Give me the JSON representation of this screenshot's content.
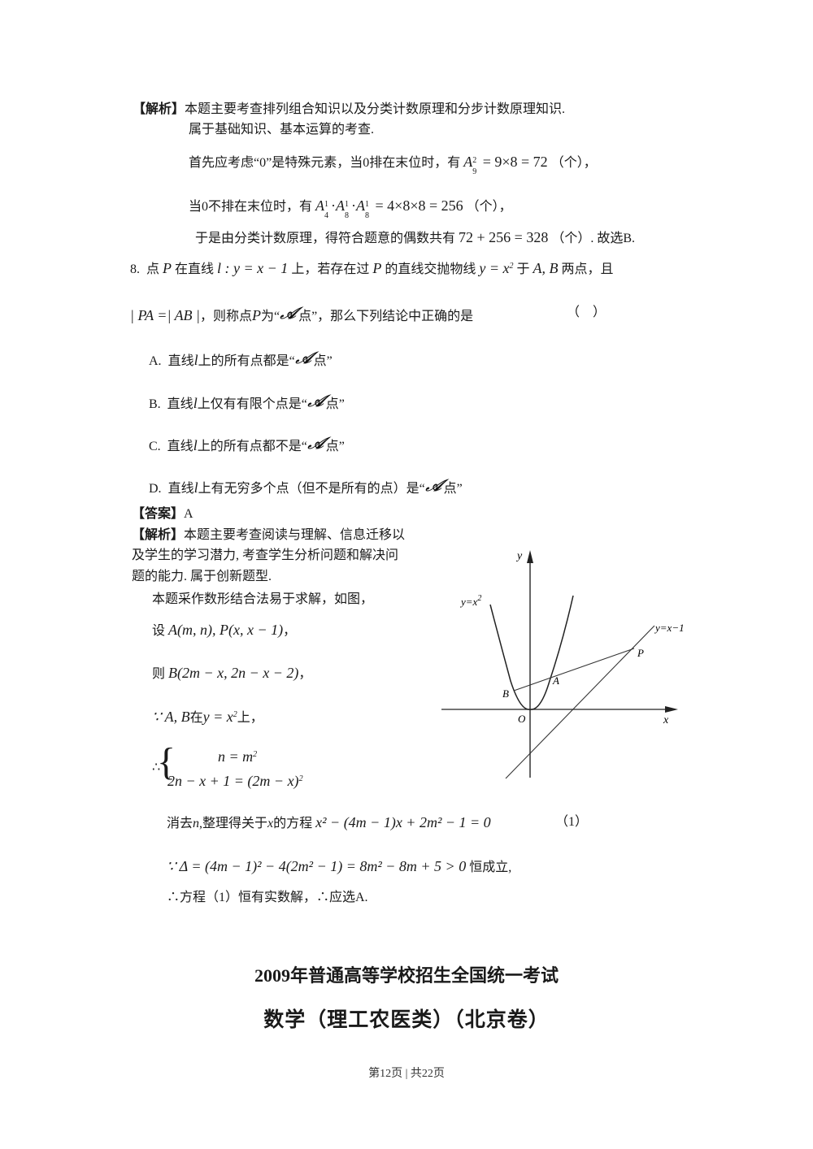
{
  "prev_solution": {
    "label": "【解析】",
    "line1": "本题主要考查排列组合知识以及分类计数原理和分步计数原理知识.",
    "line2": "属于基础知识、基本运算的考查.",
    "line3_text": "首先应考虑“0”是特殊元素，当0排在末位时，有",
    "line3_math": "A₉² = 9×8 = 72",
    "line3_tail": "（个），",
    "line4_text": "当0不排在末位时，有",
    "line4_math": "A₄¹·A₈¹·A₈¹ = 4×8×8 = 256",
    "line4_tail": "（个），",
    "line5_text": "于是由分类计数原理，得符合题意的偶数共有",
    "line5_math": "72 + 256 = 328",
    "line5_tail": "（个）. 故选B."
  },
  "question8": {
    "number": "8.",
    "line1_a": "点",
    "P": "P",
    "line1_b": "在直线",
    "line_eq": "l : y = x − 1",
    "line1_c": "上，若存在过",
    "line1_d": "的直线交抛物线",
    "parabola_eq": "y = x",
    "line1_e": "于",
    "AB": "A, B",
    "line1_f": "两点，且",
    "line2_math": "| PA =| AB |",
    "line2_a": "，则称点",
    "line2_b": "为“",
    "line2_c": "点”，那么下列结论中正确的是",
    "bracket": "（　）",
    "script_glyph": "𝒜",
    "options": [
      {
        "letter": "A.",
        "text_a": "直线",
        "l": "l",
        "text_b": "上的所有点都是“",
        "text_c": "点”"
      },
      {
        "letter": "B.",
        "text_a": "直线",
        "l": "l",
        "text_b": "上仅有有限个点是“",
        "text_c": "点”"
      },
      {
        "letter": "C.",
        "text_a": "直线",
        "l": "l",
        "text_b": "上的所有点都不是“",
        "text_c": "点”"
      },
      {
        "letter": "D.",
        "text_a": "直线",
        "l": "l",
        "text_b": "上有无穷多个点（但不是所有的点）是“",
        "text_c": "点”"
      }
    ]
  },
  "answer": {
    "label": "【答案】",
    "value": "A"
  },
  "solution8": {
    "label": "【解析】",
    "line1": "本题主要考查阅读与理解、信息迁移以",
    "line2": "及学生的学习潜力, 考查学生分析问题和解决问",
    "line3": "题的能力. 属于创新题型.",
    "line4": "本题采作数形结合法易于求解，如图，",
    "set_prefix": "设",
    "set_math": "A(m, n), P(x, x − 1)",
    "set_tail": "，",
    "then_prefix": "则",
    "then_math": "B(2m − x, 2n − x − 2)",
    "then_tail": "，",
    "because_math": "∵ A, B",
    "because_mid": "在",
    "because_eq": "y = x",
    "because_tail": "上，",
    "therefore": "∴",
    "sys_eq1": "n = m",
    "sys_eq2": "2n − x + 1 = (2m − x)",
    "elim_text_a": "消去",
    "elim_n": "n",
    "elim_text_b": ",整理得关于",
    "elim_x": "x",
    "elim_text_c": "的方程",
    "elim_eq": "x² − (4m − 1)x + 2m² − 1 = 0",
    "eq_num": "（1）",
    "delta_math": "∵ Δ = (4m − 1)² − 4(2m² − 1) = 8m² − 8m + 5 > 0",
    "delta_tail": "恒成立,",
    "conclusion": "∴方程（1）恒有实数解，∴应选A."
  },
  "figure": {
    "y_axis_label": "y",
    "x_axis_label": "x",
    "origin_label": "O",
    "parabola_label": "y=x",
    "parabola_exp": "2",
    "line_label": "y=x−1",
    "point_A": "A",
    "point_B": "B",
    "point_P": "P"
  },
  "next_exam": {
    "title": "2009年普通高等学校招生全国统一考试",
    "subtitle": "数学（理工农医类）（北京卷）"
  },
  "footer": {
    "page_text": "第12页 | 共22页"
  }
}
